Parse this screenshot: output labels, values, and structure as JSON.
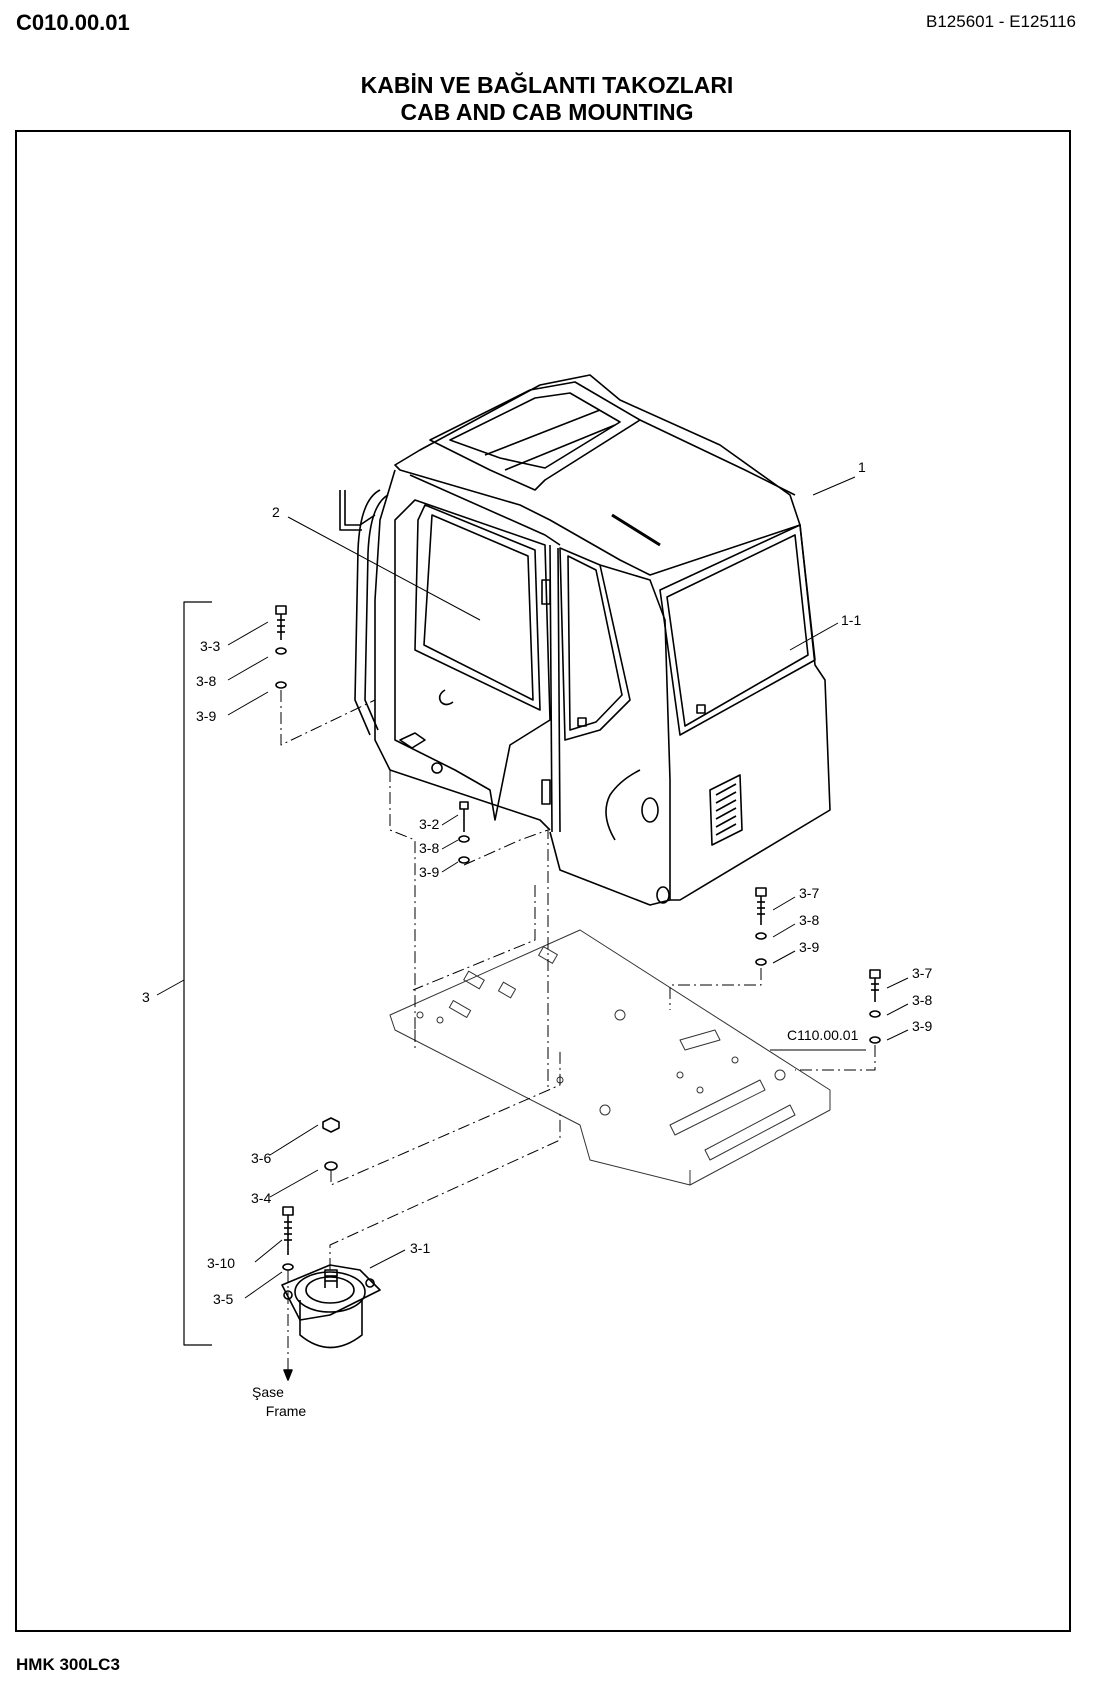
{
  "header": {
    "page_code": "C010.00.01",
    "serial_range": "B125601 - E125116"
  },
  "title": {
    "line1": "KABİN VE BAĞLANTI TAKOZLARI",
    "line2": "CAB AND CAB MOUNTING"
  },
  "callouts": {
    "c1": "1",
    "c1_1": "1-1",
    "c2": "2",
    "c3": "3",
    "c3_1": "3-1",
    "c3_2": "3-2",
    "c3_3": "3-3",
    "c3_4": "3-4",
    "c3_5": "3-5",
    "c3_6": "3-6",
    "c3_7a": "3-7",
    "c3_7b": "3-7",
    "c3_8a": "3-8",
    "c3_8b": "3-8",
    "c3_8c": "3-8",
    "c3_8d": "3-8",
    "c3_9a": "3-9",
    "c3_9b": "3-9",
    "c3_9c": "3-9",
    "c3_9d": "3-9",
    "c3_10": "3-10",
    "ref_c110": "C110.00.01",
    "sase": "Şase",
    "frame": "Frame"
  },
  "footer": {
    "model": "HMK 300LC3"
  }
}
